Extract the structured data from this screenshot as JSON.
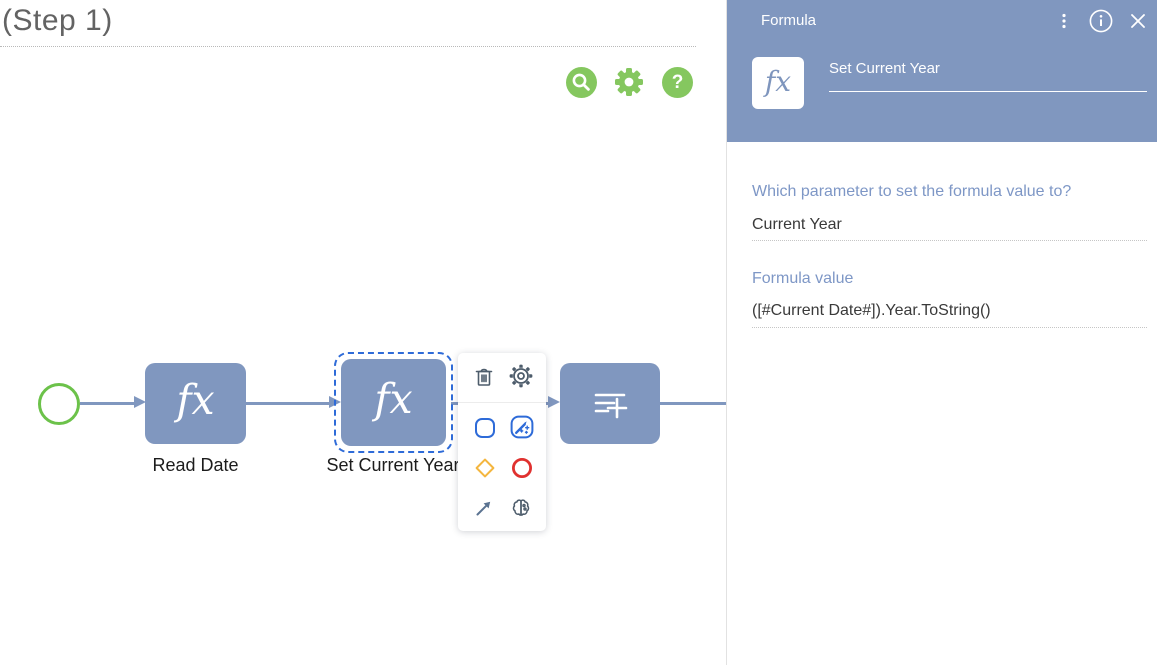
{
  "canvas": {
    "title": "(Step 1)",
    "toolbar": {
      "search_icon": "search",
      "settings_icon": "settings",
      "help_icon": "help",
      "help_glyph": "?"
    },
    "flow": {
      "fx_glyph": "fx",
      "nodes": [
        {
          "label": "Read Date",
          "icon": "fx"
        },
        {
          "label": "Set Current Year",
          "icon": "fx",
          "selected": true
        },
        {
          "label": "",
          "icon": "add-step"
        }
      ]
    },
    "context_menu": {
      "items": [
        "delete",
        "settings",
        "add-step-shape",
        "magic-wand",
        "add-decision",
        "add-end",
        "add-link",
        "intelligence"
      ]
    }
  },
  "panel": {
    "title": "Formula",
    "icon_glyph": "fx",
    "step_name": "Set Current Year",
    "fields": [
      {
        "label": "Which parameter to set the formula value to?",
        "value": "Current Year"
      },
      {
        "label": "Formula value",
        "value": "([#Current Date#]).Year.ToString()"
      }
    ]
  },
  "colors": {
    "accent_green": "#85c75f",
    "node_blue": "#8097bf",
    "selection_blue": "#2e6bd8",
    "panel_label_blue": "#7e97c6",
    "diamond_yellow": "#f4b63f",
    "end_red": "#e0312f"
  }
}
